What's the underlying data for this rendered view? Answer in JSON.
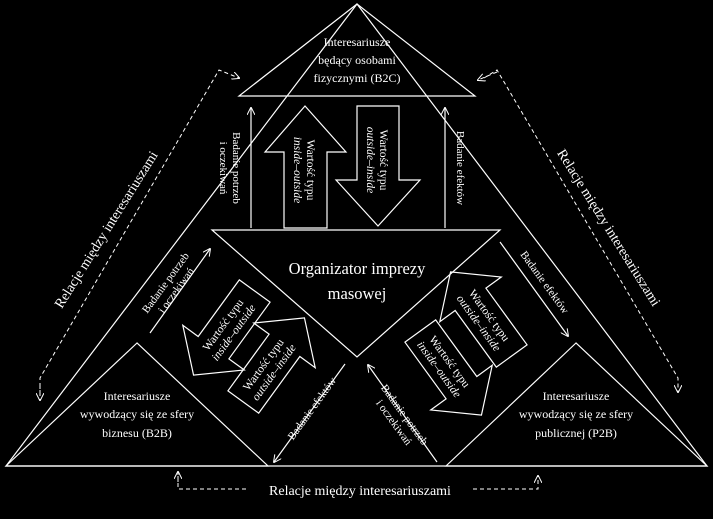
{
  "stakeholders": {
    "b2c": {
      "line1": "Interesariusze",
      "line2": "będący osobami",
      "line3": "fizycznymi  (B2C)"
    },
    "b2b": {
      "line1": "Interesariusze",
      "line2": "wywodzący się ze sfery",
      "line3": "biznesu (B2B)"
    },
    "p2b": {
      "line1": "Interesariusze",
      "line2": "wywodzący się ze sfery",
      "line3": "publicznej  (P2B)"
    }
  },
  "organizer": {
    "line1": "Organizator  imprezy",
    "line2": "masowej"
  },
  "relations": {
    "left": "Relacje między interesariuszami",
    "right": "Relacje między interesariuszami",
    "bottom": "Relacje między interesariuszami"
  },
  "top_flows": {
    "needs_line1": "Badanie potrzeb",
    "needs_line2": "i oczekiwań",
    "value_out_line1": "Wartość typu",
    "value_out_line2": "inside–outside",
    "value_in_line1": "Wartość typu",
    "value_in_line2": "outside–inside",
    "effects": "Badanie efektów"
  },
  "left_flows": {
    "needs_line1": "Badanie potrzeb",
    "needs_line2": "i oczekiwań",
    "value_out_line1": "Wartość typu",
    "value_out_line2": "inside–outside",
    "value_in_line1": "Wartość typu",
    "value_in_line2": "outside–inside",
    "effects": "Badanie efektów"
  },
  "right_flows": {
    "effects": "Badanie efektów",
    "value_in_line1": "Wartość typu",
    "value_in_line2": "outside–inside",
    "value_out_line1": "Wartość typu",
    "value_out_line2": "inside–outside",
    "needs_line1": "Badanie potrzeb",
    "needs_line2": "i oczekiwań"
  },
  "colors": {
    "background": "#000000",
    "foreground": "#ffffff"
  }
}
